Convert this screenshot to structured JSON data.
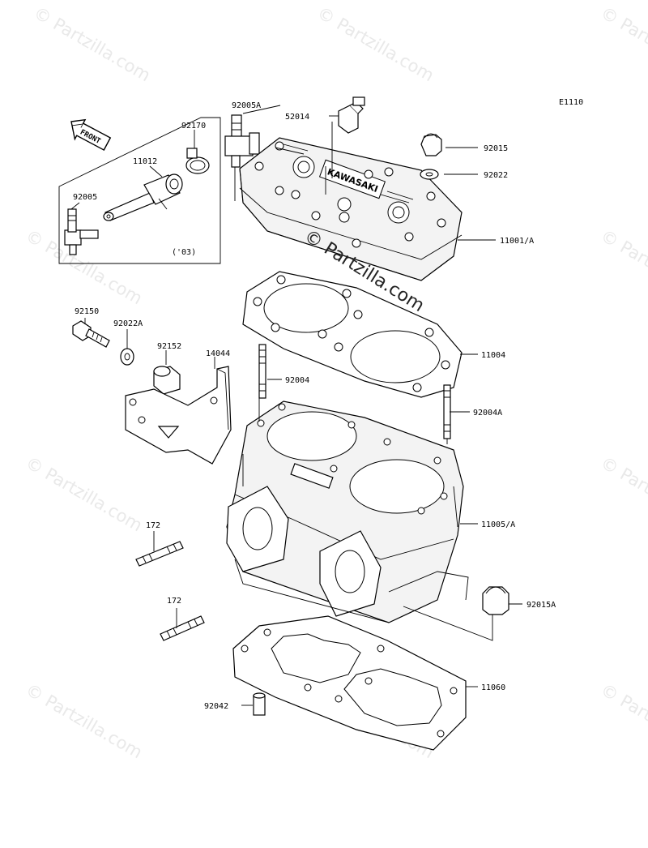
{
  "diagram_code": "E1110",
  "year_note": "('03)",
  "front_arrow_label": "FRONT",
  "brand_text": "KAWASAKI",
  "watermark_text": "© Partzilla.com",
  "parts": {
    "p92005A": "92005A",
    "p52014": "52014",
    "p92170": "92170",
    "p11012": "11012",
    "p92005": "92005",
    "p92015": "92015",
    "p92022": "92022",
    "p11001A": "11001/A",
    "p92150": "92150",
    "p92022A": "92022A",
    "p92152": "92152",
    "p14044": "14044",
    "p11004": "11004",
    "p92004": "92004",
    "p92004A": "92004A",
    "p172a": "172",
    "p11005A": "11005/A",
    "p172b": "172",
    "p92015A": "92015A",
    "p11060": "11060",
    "p92042": "92042"
  }
}
